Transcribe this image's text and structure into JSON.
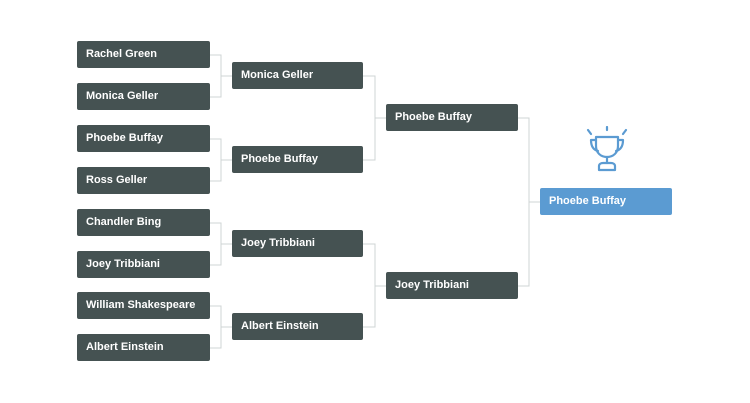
{
  "round1": [
    "Rachel Green",
    "Monica Geller",
    "Phoebe Buffay",
    "Ross Geller",
    "Chandler Bing",
    "Joey Tribbiani",
    "William Shakespeare",
    "Albert Einstein"
  ],
  "round2": [
    "Monica Geller",
    "Phoebe Buffay",
    "Joey Tribbiani",
    "Albert Einstein"
  ],
  "round3": [
    "Phoebe Buffay",
    "Joey Tribbiani"
  ],
  "champion": "Phoebe Buffay",
  "colors": {
    "box": "#455252",
    "winner": "#5b9bd2",
    "connector": "#cfd4d4",
    "trophy": "#5b9bd2"
  },
  "icons": {
    "trophy": "trophy-icon"
  }
}
